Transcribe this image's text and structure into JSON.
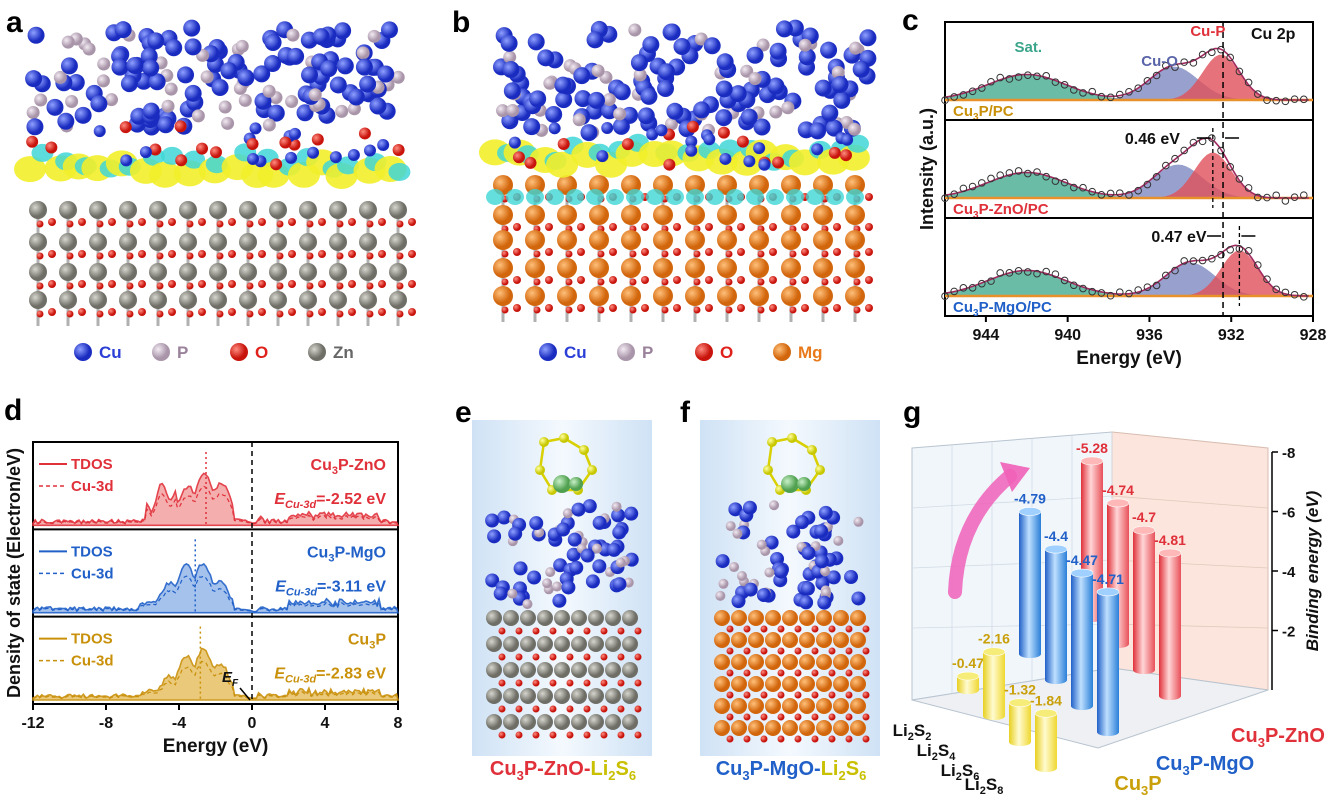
{
  "panels": {
    "a": {
      "letter": "a",
      "legend": [
        {
          "name": "Cu",
          "color": "#2b3fd6"
        },
        {
          "name": "P",
          "color": "#c9b7c9"
        },
        {
          "name": "O",
          "color": "#e0201a"
        },
        {
          "name": "Zn",
          "color": "#8a8a82"
        }
      ]
    },
    "b": {
      "letter": "b",
      "legend": [
        {
          "name": "Cu",
          "color": "#2b3fd6"
        },
        {
          "name": "P",
          "color": "#c9b7c9"
        },
        {
          "name": "O",
          "color": "#e0201a"
        },
        {
          "name": "Mg",
          "color": "#e87a1c"
        }
      ]
    },
    "e": {
      "letter": "e",
      "label_main": "Cu",
      "label_sub": "3",
      "label_mid": "P-ZnO-",
      "label_li": "Li",
      "label_sub2": "2",
      "label_s": "S",
      "label_sub3": "6"
    },
    "f": {
      "letter": "f",
      "label_main": "Cu",
      "label_sub": "3",
      "label_mid": "P-MgO-",
      "label_li": "Li",
      "label_sub2": "2",
      "label_s": "S",
      "label_sub3": "6"
    }
  },
  "chart_data": [
    {
      "id": "c",
      "type": "line",
      "letter": "c",
      "xlabel": "Energy (eV)",
      "ylabel": "Intensity (a.u.)",
      "xlim": [
        946,
        928
      ],
      "xticks": [
        944,
        940,
        936,
        932,
        928
      ],
      "top_label": "Cu 2p",
      "peak_labels": {
        "sat": "Sat.",
        "cuo": "Cu-O",
        "cup": "Cu-P"
      },
      "subplots": [
        {
          "name": "Cu₃P/PC",
          "sample_main": "Cu",
          "sample_sub": "3",
          "sample_rest": "P/PC",
          "color": "#c9900a",
          "cup_center": 932.5,
          "cuo_center": 934.8,
          "sat_center": 942
        },
        {
          "name": "Cu₃P-ZnO/PC",
          "sample_main": "Cu",
          "sample_sub": "3",
          "sample_rest": "P-ZnO/PC",
          "color": "#e0303a",
          "cup_center": 932.9,
          "cuo_center": 934.6,
          "sat_center": 942,
          "shift": "0.46 eV"
        },
        {
          "name": "Cu₃P-MgO/PC",
          "sample_main": "Cu",
          "sample_sub": "3",
          "sample_rest": "P-MgO/PC",
          "color": "#2060c8",
          "cup_center": 931.6,
          "cuo_center": 934.0,
          "sat_center": 942,
          "shift": "0.47 eV"
        }
      ]
    },
    {
      "id": "d",
      "type": "area",
      "letter": "d",
      "xlabel": "Energy (eV)",
      "ylabel": "Density of state (Electron/eV)",
      "xlim": [
        -12,
        8
      ],
      "xticks": [
        -12,
        -8,
        -4,
        0,
        4,
        8
      ],
      "ef_label": "E",
      "ef_sub": "F",
      "subplots": [
        {
          "name": "Cu3P-ZnO",
          "title_main": "Cu",
          "title_sub": "3",
          "title_rest": "P-ZnO",
          "color": "#e0303a",
          "fill": "#f4a6a6",
          "center": -2.52,
          "ecu_main": "E",
          "ecu_sub": "Cu-3d",
          "ecu_val": "=-2.52 eV",
          "legend": [
            "TDOS",
            "Cu-3d"
          ]
        },
        {
          "name": "Cu3P-MgO",
          "title_main": "Cu",
          "title_sub": "3",
          "title_rest": "P-MgO",
          "color": "#2060c8",
          "fill": "#9cbcec",
          "center": -3.11,
          "ecu_main": "E",
          "ecu_sub": "Cu-3d",
          "ecu_val": "=-3.11 eV",
          "legend": [
            "TDOS",
            "Cu-3d"
          ]
        },
        {
          "name": "Cu3P",
          "title_main": "Cu",
          "title_sub": "3",
          "title_rest": "P",
          "color": "#c9900a",
          "fill": "#e8c46c",
          "center": -2.83,
          "ecu_main": "E",
          "ecu_sub": "Cu-3d",
          "ecu_val": "=-2.83 eV",
          "legend": [
            "TDOS",
            "Cu-3d"
          ]
        }
      ]
    },
    {
      "id": "g",
      "type": "bar",
      "letter": "g",
      "zlabel": "Binding energy (eV)",
      "zlim": [
        0,
        -8
      ],
      "zticks": [
        -2,
        -4,
        -6,
        -8
      ],
      "categories": [
        "Li2S2",
        "Li2S4",
        "Li2S6",
        "Li2S8"
      ],
      "series": [
        {
          "name": "Cu₃P",
          "name_main": "Cu",
          "name_sub": "3",
          "name_rest": "P",
          "color": "#c9a00a",
          "values": [
            -0.47,
            -2.16,
            -1.32,
            -1.84
          ]
        },
        {
          "name": "Cu₃P-MgO",
          "name_main": "Cu",
          "name_sub": "3",
          "name_rest": "P-MgO",
          "color": "#2060c8",
          "values": [
            -4.79,
            -4.4,
            -4.47,
            -4.71
          ]
        },
        {
          "name": "Cu₃P-ZnO",
          "name_main": "Cu",
          "name_sub": "3",
          "name_rest": "P-ZnO",
          "color": "#e0303a",
          "values": [
            -5.28,
            -4.74,
            -4.7,
            -4.81
          ]
        }
      ]
    }
  ]
}
